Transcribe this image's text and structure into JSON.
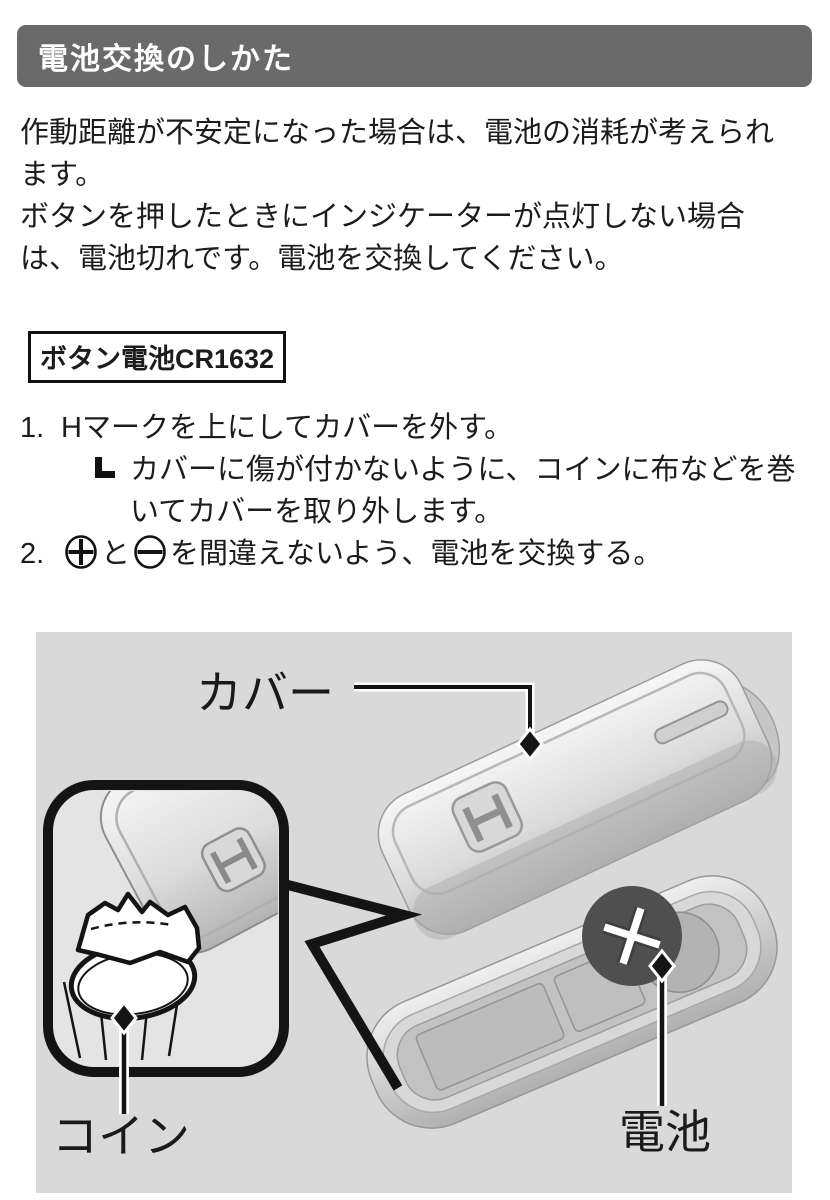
{
  "page": {
    "background": "#ffffff"
  },
  "header": {
    "title": "電池交換のしかた",
    "background": "#6a6a6a",
    "text_color": "#ffffff"
  },
  "intro": {
    "para1": "作動距離が不安定になった場合は、電池の消耗が考えられます。",
    "para2": "ボタンを押したときにインジケーターが点灯しない場合は、電池切れです。電池を交換してください。"
  },
  "battery_type": {
    "label": "ボタン電池CR1632"
  },
  "steps": {
    "step1": {
      "number": "1.",
      "text": "Hマークを上にしてカバーを外す。",
      "note": "カバーに傷が付かないように、コインに布などを巻いてカバーを取り外します。"
    },
    "step2": {
      "number": "2.",
      "plus_symbol": "+",
      "between": "と",
      "minus_symbol": "−",
      "after": "を間違えないよう、電池を交換する。"
    }
  },
  "diagram": {
    "cover_label": "カバー",
    "coin_label": "コイン",
    "battery_label": "電池",
    "battery_plus": "+",
    "logo_letter": "H",
    "colors": {
      "background": "#d9d9d9",
      "battery": "#4f4f4f",
      "outline": "#141414"
    }
  }
}
